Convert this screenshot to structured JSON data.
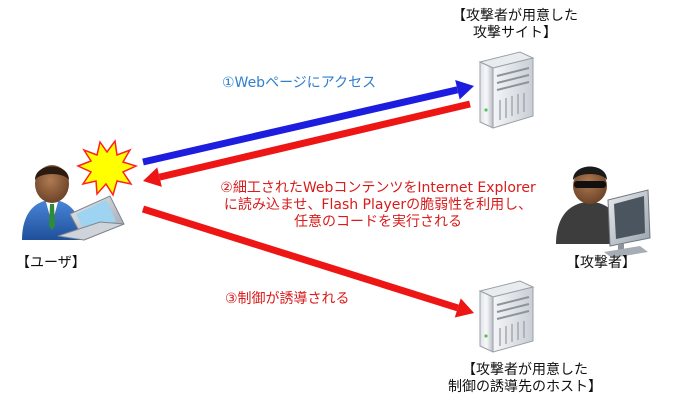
{
  "labels": {
    "attacker_site_line1": "【攻撃者が用意した",
    "attacker_site_line2": "攻撃サイト】",
    "user": "【ユーザ】",
    "attacker": "【攻撃者】",
    "control_host_line1": "【攻撃者が用意した",
    "control_host_line2": "制御の誘導先のホスト】"
  },
  "steps": {
    "step1": "①Webページにアクセス",
    "step2_line1": "②細工されたWebコンテンツをInternet Explorer",
    "step2_line2": "に読み込ませ、Flash Playerの脆弱性を利用し、",
    "step2_line3": "任意のコードを実行される",
    "step3": "③制御が誘導される"
  },
  "colors": {
    "step1_arrow": "#1d1de0",
    "step2_arrow": "#ee1515",
    "step3_arrow": "#ee1515",
    "step1_text": "#2f7fcf",
    "step2_text": "#d81b1b",
    "step3_text": "#d81b1b",
    "burst_fill": "#ffff00",
    "burst_stroke": "#ff2020"
  }
}
